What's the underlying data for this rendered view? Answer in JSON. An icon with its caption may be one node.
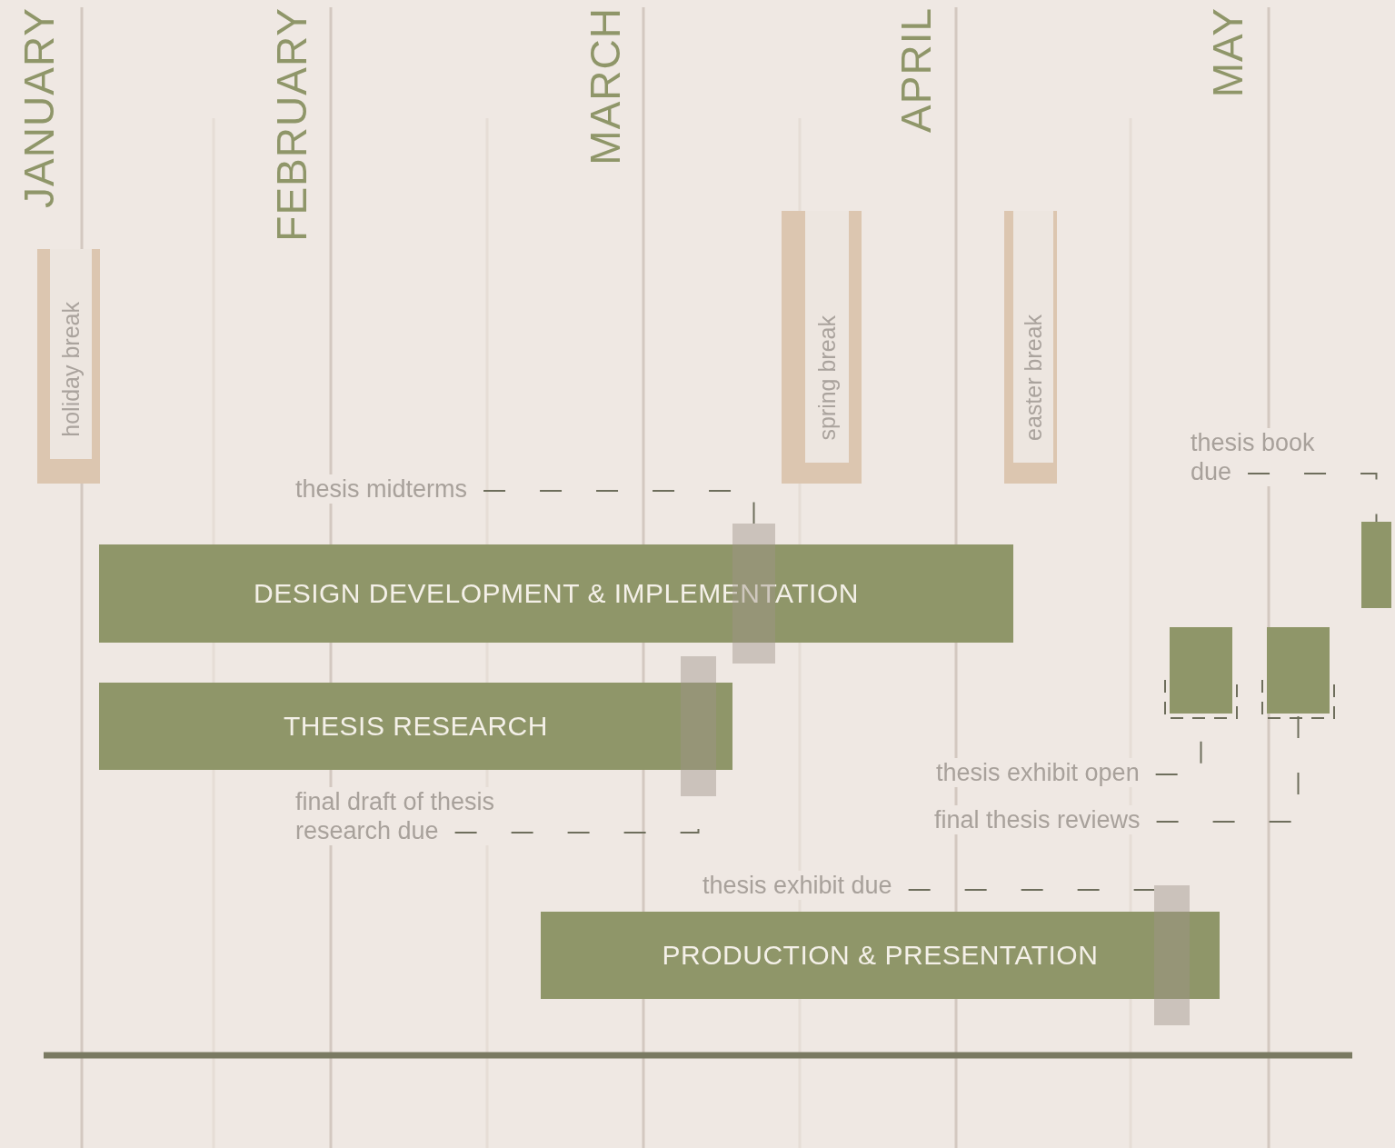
{
  "diagram": {
    "nodes": [
      {
        "text": [
          "holiday break"
        ]
      },
      {
        "text": [
          "spring break"
        ]
      },
      {
        "text": [
          "easter break"
        ]
      },
      {
        "text": [
          "thesis book due"
        ]
      },
      {
        "text": [
          "thesis midterms"
        ]
      },
      {
        "text": [],
        "shape": "bar"
      },
      {
        "text": [],
        "shape": "bar"
      },
      {
        "text": [
          "DESIGN DEVELOPMENT & IMPLEMENTATION"
        ]
      },
      {
        "text": [],
        "shape": "bar"
      },
      {
        "text": [],
        "shape": "bar"
      },
      {
        "text": [],
        "shape": "bar"
      },
      {
        "text": [
          "THESIS RESEARCH"
        ]
      },
      {
        "text": [
          "thesis exhibit open"
        ]
      },
      {
        "text": [
          "final draft of thesis research due"
        ]
      },
      {
        "text": [
          "final thesis reviews"
        ]
      },
      {
        "text": [
          "thesis exhibit due"
        ]
      },
      {
        "text": [],
        "shape": "bar"
      },
      {
        "text": [
          "PRODUCTION & PRESENTATION"
        ]
      }
    ],
    "edges": [
      {
        "from": 4,
        "to": 5,
        "arrow": "none",
        "style": "dashed"
      },
      {
        "from": 3,
        "to": 6,
        "arrow": "none",
        "style": "dashed"
      },
      {
        "from": 13,
        "to": 10,
        "arrow": "none",
        "style": "dashed"
      },
      {
        "from": 12,
        "to": 8,
        "arrow": "none",
        "style": "dashed"
      },
      {
        "from": 14,
        "to": 9,
        "arrow": "none",
        "style": "dashed"
      },
      {
        "from": 15,
        "to": 16,
        "arrow": "none",
        "style": "dashed"
      }
    ],
    "labels": [
      "JANUARY",
      "FEBRUARY",
      "MARCH",
      "APRIL",
      "MAY"
    ]
  }
}
